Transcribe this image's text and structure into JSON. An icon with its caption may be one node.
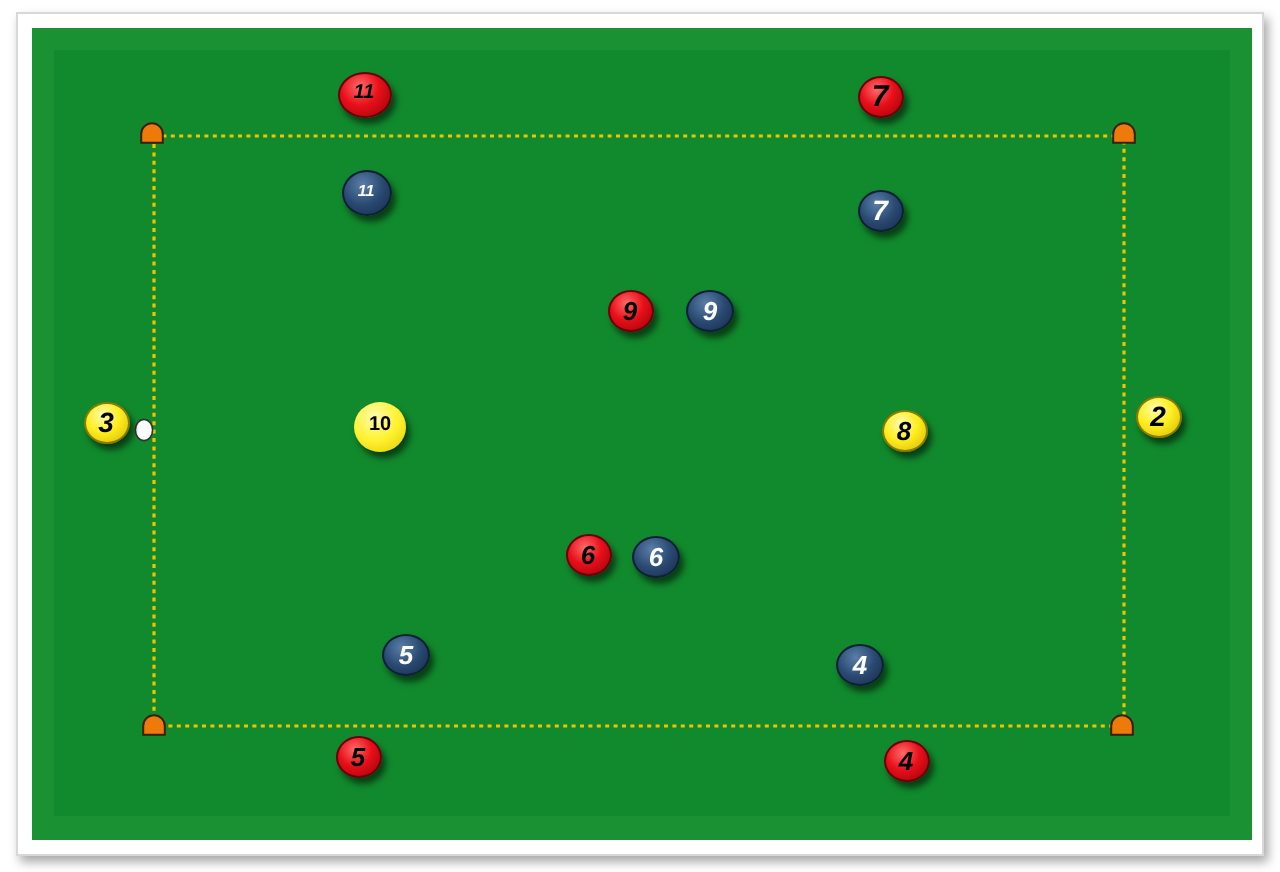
{
  "diagram": {
    "nodes": [
      {
        "text": [
          "11"
        ]
      },
      {
        "text": [
          "7"
        ]
      },
      {
        "text": [
          "11"
        ]
      },
      {
        "text": [
          "7"
        ]
      },
      {
        "text": [
          "9"
        ]
      },
      {
        "text": [
          "9"
        ]
      },
      {
        "text": [
          "3"
        ]
      },
      {
        "text": [
          "10"
        ]
      },
      {
        "text": [
          "8"
        ]
      },
      {
        "text": [
          "2"
        ]
      },
      {
        "text": [
          "6"
        ]
      },
      {
        "text": [
          "6"
        ]
      },
      {
        "text": [
          "5"
        ]
      },
      {
        "text": [
          "4"
        ]
      },
      {
        "text": [
          "5"
        ]
      },
      {
        "text": [
          "4"
        ]
      }
    ]
  }
}
